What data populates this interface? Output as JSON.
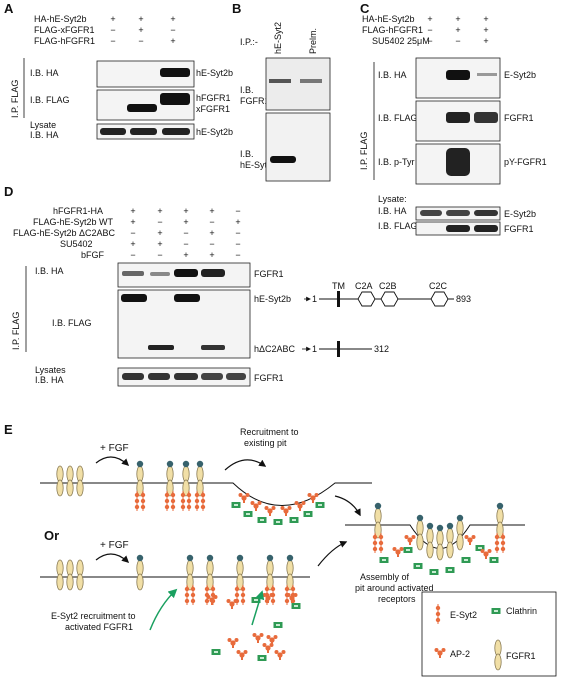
{
  "panelA": {
    "letter": "A",
    "conditions": [
      {
        "label": "HA-hE-Syt2b",
        "signs": [
          "+",
          "+",
          "+"
        ]
      },
      {
        "label": "FLAG-xFGFR1",
        "signs": [
          "−",
          "+",
          "−"
        ]
      },
      {
        "label": "FLAG-hFGFR1",
        "signs": [
          "−",
          "−",
          "+"
        ]
      }
    ],
    "ip_label": "I.P. FLAG",
    "blots": [
      {
        "label": "I.B. HA",
        "markers": [
          "hE-Syt2b"
        ]
      },
      {
        "label": "I.B. FLAG",
        "markers": [
          "hFGFR1",
          "xFGFR1"
        ]
      }
    ],
    "lysate_label1": "Lysate",
    "lysate_label2": "I.B. HA",
    "lysate_marker": "hE-Syt2b"
  },
  "panelB": {
    "letter": "B",
    "ip_prefix": "I.P.:-",
    "columns": [
      "hE-Syt2",
      "Prelm."
    ],
    "blots": [
      {
        "label1": "I.B.",
        "label2": "FGFR1"
      },
      {
        "label1": "I.B.",
        "label2": "hE-Syt2"
      }
    ]
  },
  "panelC": {
    "letter": "C",
    "conditions": [
      {
        "label": "HA-hE-Syt2b",
        "signs": [
          "+",
          "+",
          "+"
        ]
      },
      {
        "label": "FLAG-hFGFR1",
        "signs": [
          "−",
          "+",
          "+"
        ]
      },
      {
        "label": "SU5402 25μM",
        "signs": [
          "−",
          "−",
          "+"
        ]
      }
    ],
    "ip_label": "I.P. FLAG",
    "blots": [
      {
        "label": "I.B. HA",
        "marker": "E-Syt2b"
      },
      {
        "label": "I.B. FLAG",
        "marker": "FGFR1"
      },
      {
        "label": "I.B. p-Tyr",
        "marker": "pY-FGFR1"
      }
    ],
    "lysate_label": "Lysate:",
    "lysate_blots": [
      {
        "label": "I.B. HA",
        "marker": "E-Syt2b"
      },
      {
        "label": "I.B. FLAG",
        "marker": "FGFR1"
      }
    ]
  },
  "panelD": {
    "letter": "D",
    "conditions": [
      {
        "label": "hFGFR1-HA",
        "signs": [
          "+",
          "+",
          "+",
          "+",
          "−"
        ]
      },
      {
        "label": "FLAG-hE-Syt2b WT",
        "signs": [
          "+",
          "−",
          "+",
          "−",
          "+"
        ]
      },
      {
        "label": "FLAG-hE-Syt2b ΔC2ABC",
        "signs": [
          "−",
          "+",
          "−",
          "+",
          "−"
        ]
      },
      {
        "label": "SU5402",
        "signs": [
          "+",
          "+",
          "−",
          "−",
          "−"
        ]
      },
      {
        "label": "bFGF",
        "signs": [
          "−",
          "−",
          "+",
          "+",
          "−"
        ]
      }
    ],
    "ip_label": "I.P. FLAG",
    "blots": [
      {
        "label": "I.B. HA",
        "markers": [
          "FGFR1"
        ]
      },
      {
        "label": "I.B. FLAG",
        "markers": [
          "hE-Syt2b",
          "hΔC2ABC"
        ]
      }
    ],
    "lysate_label1": "Lysates",
    "lysate_label2": "I.B. HA",
    "lysate_marker": "FGFR1",
    "domains": {
      "tm": "TM",
      "c2a": "C2A",
      "c2b": "C2B",
      "c2c": "C2C",
      "full_start": "1",
      "full_end": "893",
      "trunc_start": "1",
      "trunc_end": "312"
    }
  },
  "panelE": {
    "letter": "E",
    "plus_fgf_1": "+ FGF",
    "recruit_label1": "Recruitment to",
    "recruit_label2": "existing pit",
    "or_label": "Or",
    "plus_fgf_2": "+ FGF",
    "esyt2_label1": "E-Syt2 recruitment to",
    "esyt2_label2": "activated FGFR1",
    "assembly_label1": "Assembly of",
    "assembly_label2": "pit around activated",
    "assembly_label3": "receptors",
    "legend": [
      {
        "name": "E-Syt2",
        "icon": "e-syt2-icon"
      },
      {
        "name": "Clathrin",
        "icon": "clathrin-icon"
      },
      {
        "name": "AP-2",
        "icon": "ap2-icon"
      },
      {
        "name": "FGFR1",
        "icon": "fgfr1-icon"
      }
    ],
    "colors": {
      "receptor": "#f1dfa6",
      "fgf": "#37626c",
      "esyt2": "#e86b3c",
      "clathrin": "#2f9a54",
      "arrow": "#1aa060"
    }
  }
}
